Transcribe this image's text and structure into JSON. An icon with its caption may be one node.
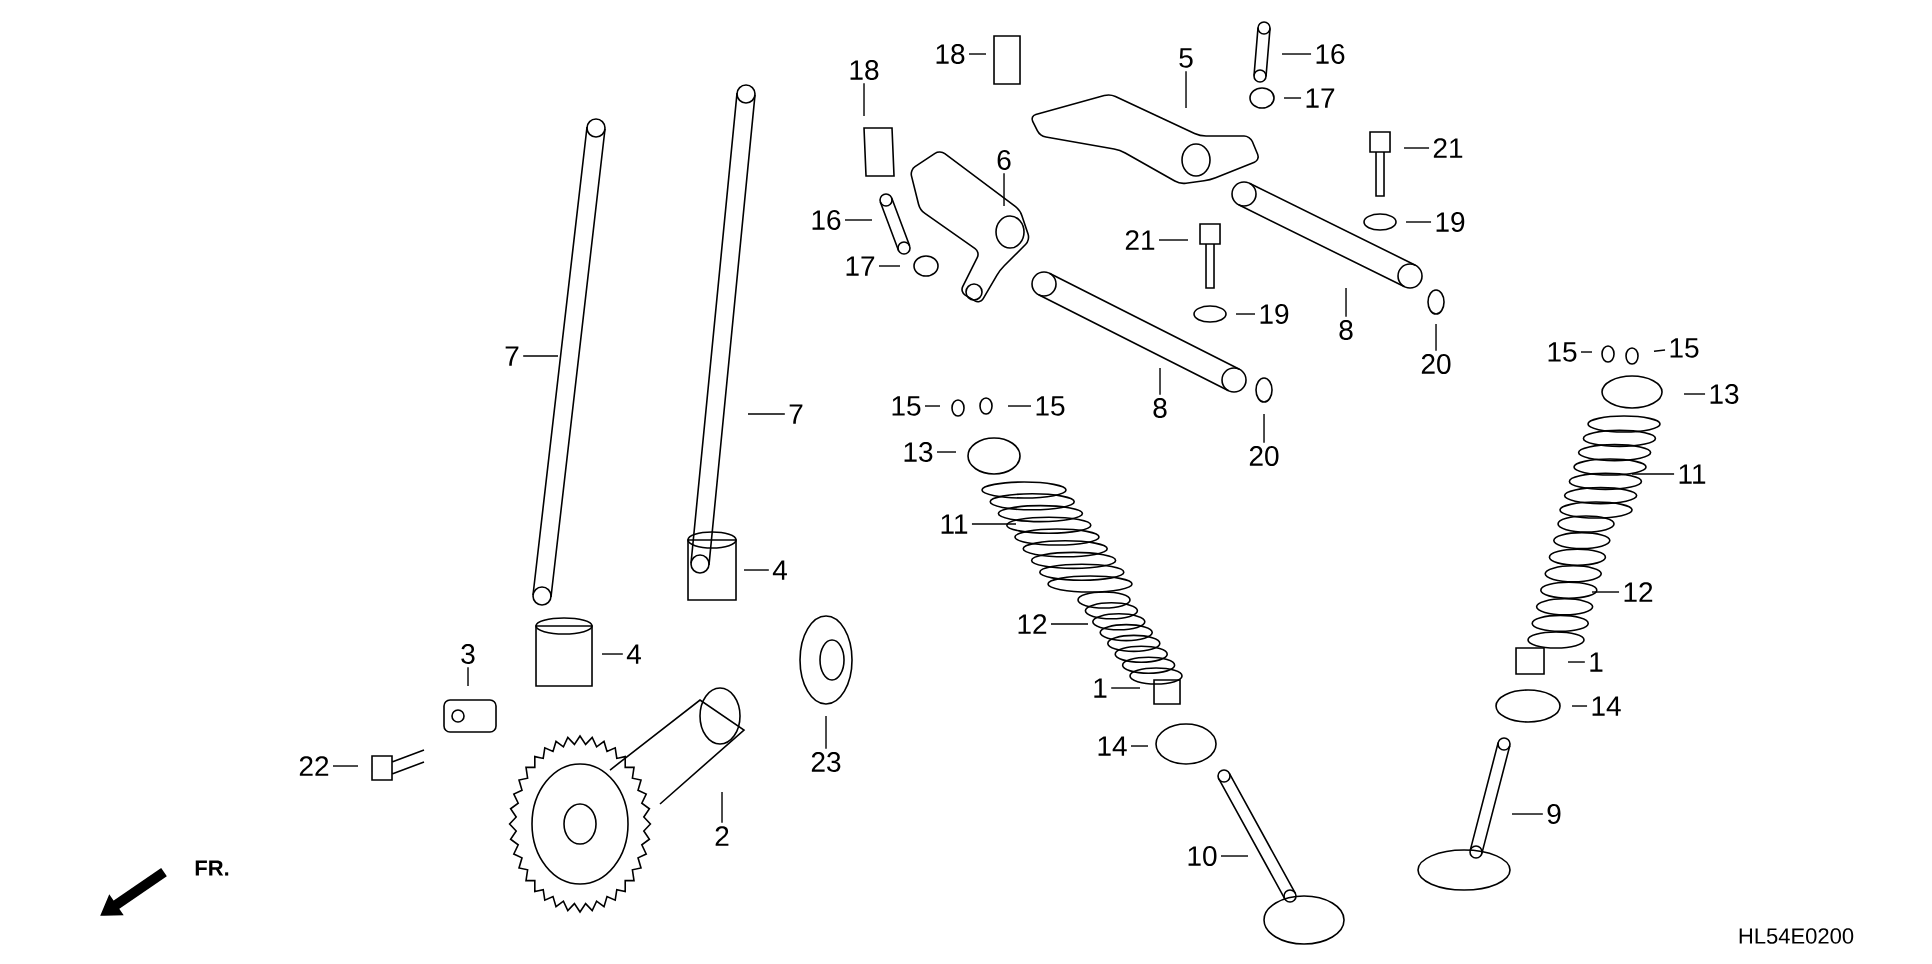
{
  "diagram": {
    "nodes": [
      {
        "text": [
          "18"
        ]
      },
      {
        "text": [
          "18"
        ]
      },
      {
        "text": [
          "5"
        ]
      },
      {
        "text": [
          "16"
        ]
      },
      {
        "text": [
          "17"
        ]
      },
      {
        "text": [
          "21"
        ]
      },
      {
        "text": [
          "6"
        ]
      },
      {
        "text": [
          "16"
        ]
      },
      {
        "text": [
          "19"
        ]
      },
      {
        "text": [
          "17"
        ]
      },
      {
        "text": [
          "21"
        ]
      },
      {
        "text": [
          "19"
        ]
      },
      {
        "text": [
          "8"
        ]
      },
      {
        "text": [
          "20"
        ]
      },
      {
        "text": [
          "7"
        ]
      },
      {
        "text": [
          "7"
        ]
      },
      {
        "text": [
          "15"
        ]
      },
      {
        "text": [
          "15"
        ]
      },
      {
        "text": [
          "13"
        ]
      },
      {
        "text": [
          "8"
        ]
      },
      {
        "text": [
          "20"
        ]
      },
      {
        "text": [
          "15"
        ]
      },
      {
        "text": [
          "15"
        ]
      },
      {
        "text": [
          "13"
        ]
      },
      {
        "text": [
          "11"
        ]
      },
      {
        "text": [
          "11"
        ]
      },
      {
        "text": [
          "4"
        ]
      },
      {
        "text": [
          "4"
        ]
      },
      {
        "text": [
          "12"
        ]
      },
      {
        "text": [
          "12"
        ]
      },
      {
        "text": [
          "3"
        ]
      },
      {
        "text": [
          "1"
        ]
      },
      {
        "text": [
          "1"
        ]
      },
      {
        "text": [
          "14"
        ]
      },
      {
        "text": [
          "14"
        ]
      },
      {
        "text": [
          "22"
        ]
      },
      {
        "text": [
          "23"
        ]
      },
      {
        "text": [
          "2"
        ]
      },
      {
        "text": [
          "9"
        ]
      },
      {
        "text": [
          "10"
        ]
      }
    ],
    "edges": [
      {
        "from": 0,
        "to": null,
        "arrow": "none"
      },
      {
        "from": 1,
        "to": null,
        "arrow": "none"
      },
      {
        "from": 2,
        "to": null,
        "arrow": "none"
      },
      {
        "from": 3,
        "to": null,
        "arrow": "none"
      },
      {
        "from": 4,
        "to": null,
        "arrow": "none"
      },
      {
        "from": 5,
        "to": null,
        "arrow": "none"
      },
      {
        "from": 6,
        "to": null,
        "arrow": "none"
      },
      {
        "from": 7,
        "to": null,
        "arrow": "none"
      },
      {
        "from": 8,
        "to": null,
        "arrow": "none"
      },
      {
        "from": 9,
        "to": null,
        "arrow": "none"
      },
      {
        "from": 10,
        "to": null,
        "arrow": "none"
      },
      {
        "from": 11,
        "to": null,
        "arrow": "none"
      },
      {
        "from": 12,
        "to": null,
        "arrow": "none"
      },
      {
        "from": 13,
        "to": null,
        "arrow": "none"
      },
      {
        "from": 14,
        "to": null,
        "arrow": "none"
      },
      {
        "from": 15,
        "to": null,
        "arrow": "none"
      },
      {
        "from": 16,
        "to": null,
        "arrow": "none"
      },
      {
        "from": 17,
        "to": null,
        "arrow": "none"
      },
      {
        "from": 18,
        "to": null,
        "arrow": "none"
      },
      {
        "from": 19,
        "to": null,
        "arrow": "none"
      },
      {
        "from": 20,
        "to": null,
        "arrow": "none"
      },
      {
        "from": 21,
        "to": null,
        "arrow": "none"
      },
      {
        "from": 22,
        "to": null,
        "arrow": "none"
      },
      {
        "from": 23,
        "to": null,
        "arrow": "none"
      },
      {
        "from": 24,
        "to": null,
        "arrow": "none"
      },
      {
        "from": 25,
        "to": null,
        "arrow": "none"
      },
      {
        "from": 26,
        "to": null,
        "arrow": "none"
      },
      {
        "from": 27,
        "to": null,
        "arrow": "none"
      },
      {
        "from": 28,
        "to": null,
        "arrow": "none"
      },
      {
        "from": 29,
        "to": null,
        "arrow": "none"
      },
      {
        "from": 30,
        "to": null,
        "arrow": "none"
      },
      {
        "from": 31,
        "to": null,
        "arrow": "none"
      },
      {
        "from": 32,
        "to": null,
        "arrow": "none"
      },
      {
        "from": 33,
        "to": null,
        "arrow": "none"
      },
      {
        "from": 34,
        "to": null,
        "arrow": "none"
      },
      {
        "from": 35,
        "to": null,
        "arrow": "none"
      },
      {
        "from": 36,
        "to": null,
        "arrow": "none"
      },
      {
        "from": 37,
        "to": null,
        "arrow": "none"
      },
      {
        "from": 38,
        "to": null,
        "arrow": "none"
      },
      {
        "from": 39,
        "to": null,
        "arrow": "none"
      }
    ],
    "labels": [
      "FR.",
      "HL54E0200"
    ]
  }
}
